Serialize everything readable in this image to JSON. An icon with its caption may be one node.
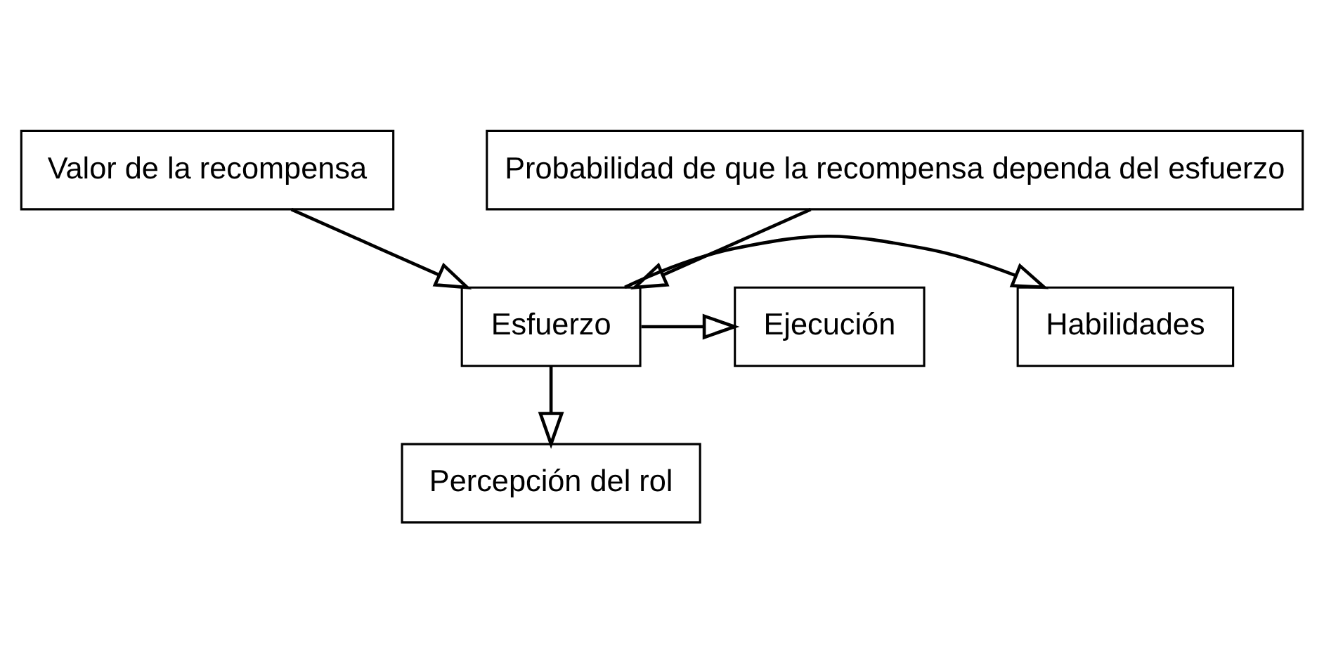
{
  "diagram": {
    "nodes": [
      {
        "text": [
          "Valor de la recompensa"
        ]
      },
      {
        "text": [
          "Habilidades"
        ]
      },
      {
        "text": [
          "Esfuerzo"
        ]
      },
      {
        "text": [
          "Ejecución"
        ]
      },
      {
        "text": [
          "Percepción del rol"
        ]
      },
      {
        "text": [
          "Probabilidad de que la recompensa dependa del esfuerzo"
        ]
      }
    ],
    "edges": [
      {
        "from": 0,
        "to": 2,
        "arrow": "to"
      },
      {
        "from": 2,
        "to": 1,
        "arrow": "to"
      },
      {
        "from": 2,
        "to": 3,
        "arrow": "to"
      },
      {
        "from": 2,
        "to": 4,
        "arrow": "to"
      },
      {
        "from": 5,
        "to": 2,
        "arrow": "to"
      }
    ]
  }
}
